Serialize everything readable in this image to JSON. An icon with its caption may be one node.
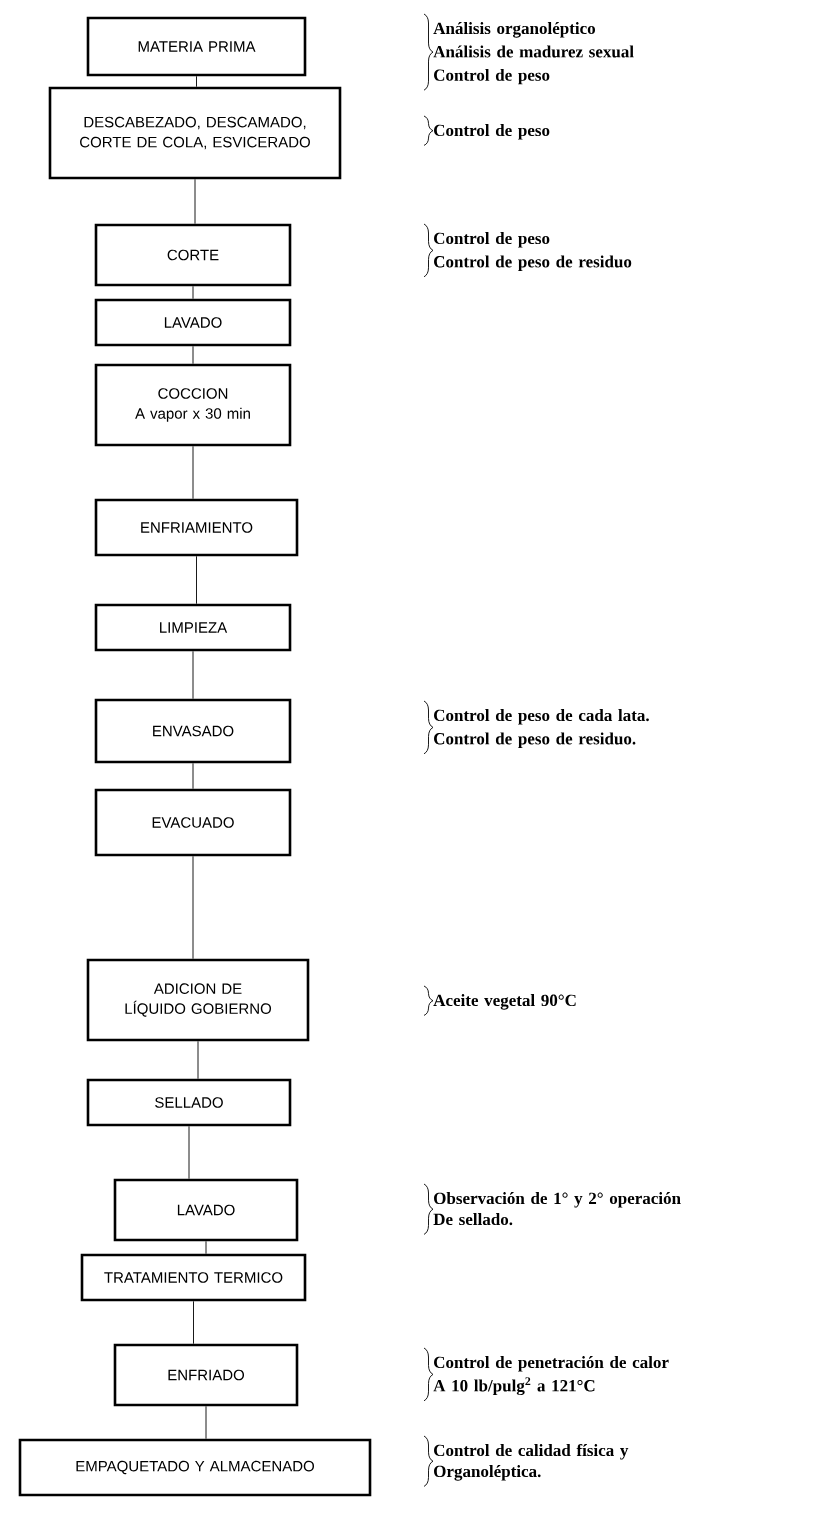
{
  "diagram": {
    "nodes": [
      {
        "text": [
          "MATERIA PRIMA"
        ],
        "beside": [
          "Análisis organoléptico",
          "Análisis de madurez sexual",
          "Control de peso"
        ]
      },
      {
        "text": [
          "DESCABEZADO, DESCAMADO, CORTE DE COLA, ESVICERADO"
        ]
      },
      {
        "text": [
          "CORTE"
        ],
        "beside": [
          "Control de peso",
          "Control de peso de residuo"
        ]
      },
      {
        "text": [
          "LAVADO"
        ]
      },
      {
        "text": [
          "COCCION",
          "A vapor  x 30 min"
        ]
      },
      {
        "text": [
          "ENFRIAMIENTO"
        ]
      },
      {
        "text": [
          "LIMPIEZA"
        ]
      },
      {
        "text": [
          "ENVASADO"
        ],
        "beside": [
          "Control de peso de cada lata.",
          "Control de peso de residuo."
        ]
      },
      {
        "text": [
          "EVACUADO"
        ]
      },
      {
        "text": [
          "ADICION DE LÍQUIDO GOBIERNO"
        ]
      },
      {
        "text": [
          "SELLADO"
        ]
      },
      {
        "text": [
          "LAVADO"
        ]
      },
      {
        "text": [
          "TRATAMIENTO TERMICO"
        ]
      },
      {
        "text": [
          "ENFRIADO"
        ],
        "beside": [
          "Control de penetración de calor",
          "A 10 lb/pulg$^{2}$ a 121°C"
        ]
      },
      {
        "text": [
          "EMPAQUETADO Y ALMACENADO"
        ],
        "beside": [
          "Control de calidad física y Organoléptica."
        ]
      }
    ],
    "edges": [
      {
        "from": 0,
        "to": 1,
        "arrow": "none"
      },
      {
        "from": 1,
        "to": 2,
        "arrow": "none"
      },
      {
        "from": 2,
        "to": 3,
        "arrow": "none"
      },
      {
        "from": 3,
        "to": 4,
        "arrow": "none"
      },
      {
        "from": 4,
        "to": 5,
        "arrow": "none"
      },
      {
        "from": 5,
        "to": 6,
        "arrow": "none"
      },
      {
        "from": 6,
        "to": 7,
        "arrow": "none"
      },
      {
        "from": 7,
        "to": 8,
        "arrow": "none"
      },
      {
        "from": 8,
        "to": 9,
        "arrow": "none"
      },
      {
        "from": 9,
        "to": 10,
        "arrow": "none"
      },
      {
        "from": 10,
        "to": 11,
        "arrow": "none"
      },
      {
        "from": 11,
        "to": 12,
        "arrow": "none"
      },
      {
        "from": 12,
        "to": 13,
        "arrow": "none"
      },
      {
        "from": 13,
        "to": 14,
        "arrow": "none"
      }
    ],
    "labels": [
      "Control de peso",
      "Aceite vegetal 90°C",
      "Observación de 1° y 2° operación De sellado."
    ]
  }
}
